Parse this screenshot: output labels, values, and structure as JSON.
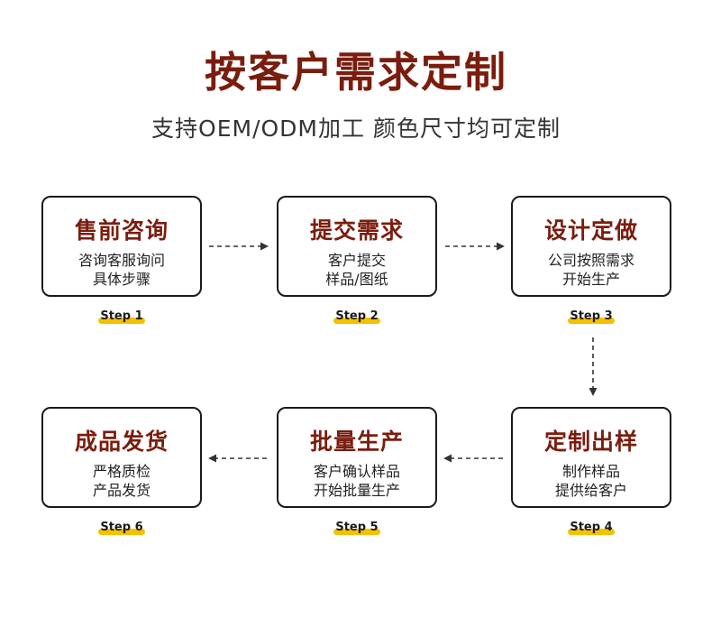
{
  "title": "按客户需求定制",
  "subtitle": "支持OEM/ODM加工 颜色尺寸均可定制",
  "steps": [
    {
      "title": "售前咨询",
      "desc1": "咨询客服询问",
      "desc2": "具体步骤",
      "label": "Step 1"
    },
    {
      "title": "提交需求",
      "desc1": "客户提交",
      "desc2": "样品/图纸",
      "label": "Step 2"
    },
    {
      "title": "设计定做",
      "desc1": "公司按照需求",
      "desc2": "开始生产",
      "label": "Step 3"
    },
    {
      "title": "定制出样",
      "desc1": "制作样品",
      "desc2": "提供给客户",
      "label": "Step 4"
    },
    {
      "title": "批量生产",
      "desc1": "客户确认样品",
      "desc2": "开始批量生产",
      "label": "Step 5"
    },
    {
      "title": "成品发货",
      "desc1": "严格质检",
      "desc2": "产品发货",
      "label": "Step 6"
    }
  ],
  "colors": {
    "title": "#7a1d0e",
    "highlight": "#f5c000",
    "border": "#1a1a1a"
  }
}
